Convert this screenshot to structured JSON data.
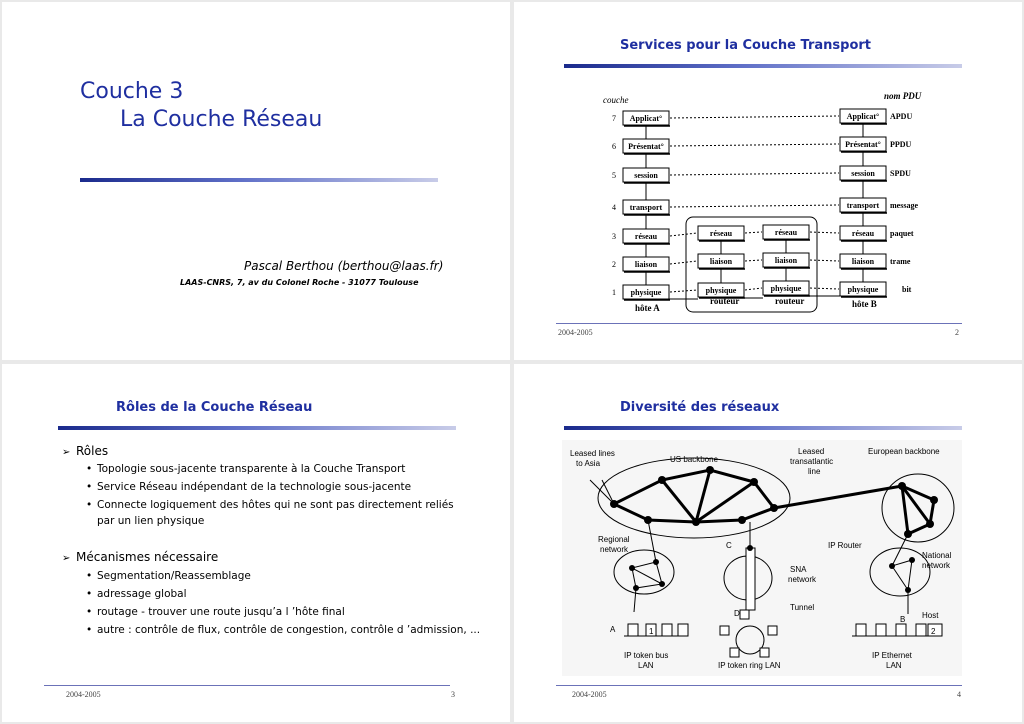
{
  "slide1": {
    "title_line1": "Couche 3",
    "title_line2": "La Couche Réseau",
    "author": "Pascal Berthou (berthou@laas.fr)",
    "address": "LAAS-CNRS, 7, av du Colonel Roche - 31077 Toulouse"
  },
  "slide2": {
    "title": "Services pour la Couche Transport",
    "footer_year": "2004-2005",
    "page": "2",
    "osi": {
      "couche_label": "couche",
      "nom_pdu_label": "nom PDU",
      "layer_numbers": [
        "7",
        "6",
        "5",
        "4",
        "3",
        "2",
        "1"
      ],
      "hostA_layers": [
        "Applicat°",
        "Présentat°",
        "session",
        "transport",
        "réseau",
        "liaison",
        "physique"
      ],
      "hostB_layers": [
        "Applicat°",
        "Présentat°",
        "session",
        "transport",
        "réseau",
        "liaison",
        "physique"
      ],
      "router_layers": [
        "réseau",
        "liaison",
        "physique"
      ],
      "pdu_names": [
        "APDU",
        "PPDU",
        "SPDU",
        "message",
        "paquet",
        "trame",
        "bit"
      ],
      "host_a_label": "hôte A",
      "host_b_label": "hôte B",
      "router_label": "routeur"
    }
  },
  "slide3": {
    "title": "Rôles de la Couche Réseau",
    "footer_year": "2004-2005",
    "page": "3",
    "bullet_marker": "➢",
    "sub_marker": "•",
    "sections": [
      {
        "heading": "Rôles",
        "items": [
          "Topologie sous-jacente transparente à la Couche Transport",
          "Service Réseau indépendant de la technologie sous-jacente",
          "Connecte logiquement des hôtes qui ne sont pas directement reliés",
          "par un lien physique"
        ]
      },
      {
        "heading": "Mécanismes nécessaire",
        "items": [
          "Segmentation/Reassemblage",
          "adressage global",
          "routage - trouver une route jusqu’a l ’hôte final",
          "autre : contrôle de flux, contrôle de congestion, contrôle d ’admission, ..."
        ]
      }
    ]
  },
  "slide4": {
    "title": "Diversité des réseaux",
    "footer_year": "2004-2005",
    "page": "4",
    "labels": {
      "leased_lines": [
        "Leased lines",
        "to Asia"
      ],
      "us_backbone": "US backbone",
      "leased_transatlantic": [
        "Leased",
        "transatlantic",
        "line"
      ],
      "european_backbone": "European backbone",
      "regional_network": [
        "Regional",
        "network"
      ],
      "c": "C",
      "ip_router": "IP Router",
      "national_network": [
        "National",
        "network"
      ],
      "sna_network": [
        "SNA",
        "network"
      ],
      "tunnel": "Tunnel",
      "d": "D",
      "host": "Host",
      "b": "B",
      "a": "A",
      "num1": "1",
      "num2": "2",
      "ip_token_bus": [
        "IP token bus",
        "LAN"
      ],
      "ip_token_ring": "IP token ring LAN",
      "ip_ethernet": [
        "IP Ethernet",
        "LAN"
      ]
    }
  }
}
